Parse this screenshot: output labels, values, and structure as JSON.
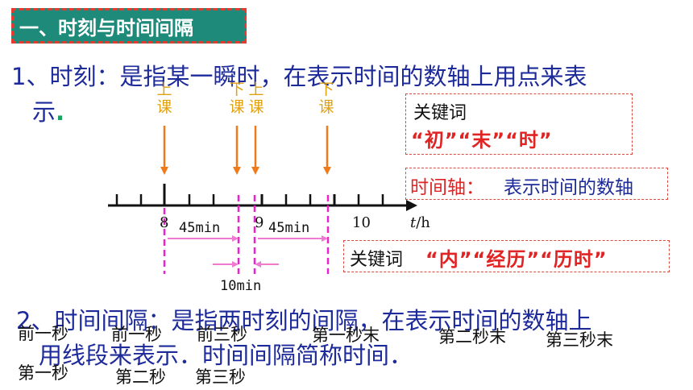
{
  "section_title": "一、时刻与时间间隔",
  "point1": {
    "line1": "1、时刻：是指某一瞬时，在表示时间的数轴上用点来表",
    "line2": "示",
    "period": "."
  },
  "events": [
    {
      "top": "上",
      "bottom": "课"
    },
    {
      "top": "下",
      "bottom": "课"
    },
    {
      "top": "上",
      "bottom": "课"
    },
    {
      "top": "下",
      "bottom": "课"
    }
  ],
  "keyword_box_1": {
    "title": "关键词",
    "words": "“初”“末”“时”"
  },
  "timeline_box": {
    "label": "时间轴：",
    "desc": "表示时间的数轴"
  },
  "keyword_box_2": {
    "title": "关键词",
    "words": "“内”“经历”“历时”"
  },
  "axis": {
    "tick_labels": [
      "8",
      "9",
      "10"
    ],
    "unit_var": "t",
    "unit_rest": "/h",
    "interval_1": "45min",
    "interval_2": "45min",
    "break_label": "10min"
  },
  "point2": {
    "line1": "2、时间间隔：是指两时刻的间隔，在表示时间的数轴上",
    "line2": "用线段来表示．时间间隔简称时间．"
  },
  "overlay_labels": {
    "row1": [
      "前一秒",
      "前一秒",
      "前三秒",
      "第一秒末",
      "第二秒末",
      "第三秒末"
    ],
    "row2": [
      "第一秒",
      "第二秒",
      "第三秒"
    ]
  },
  "colors": {
    "title_bg": "#1e8a7a",
    "body_text": "#1d2a9a",
    "accent_red": "#e02424",
    "arrow_orange": "#f07a1a",
    "dash_magenta": "#ee22cc",
    "event_label": "#e0a010"
  }
}
